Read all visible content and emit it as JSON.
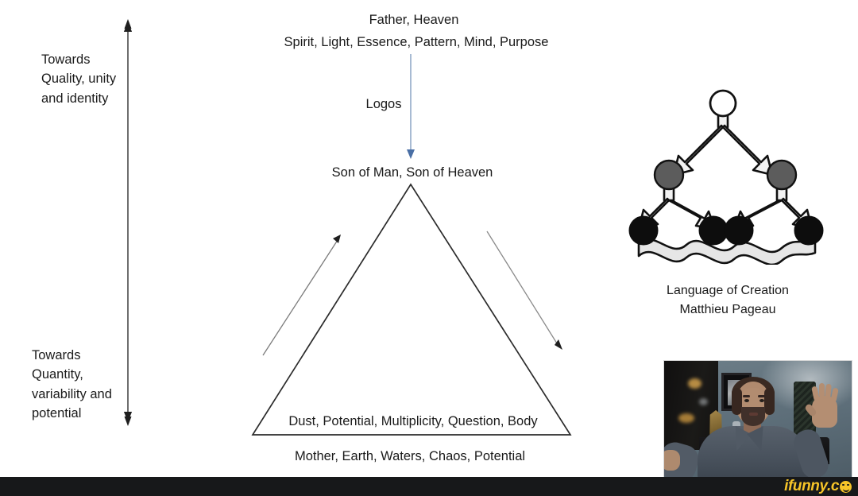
{
  "slide": {
    "top_title": "Father, Heaven",
    "top_attributes": "Spirit, Light, Essence, Pattern, Mind, Purpose",
    "logos_label": "Logos",
    "middle_title": "Son of Man, Son of Heaven",
    "base_attributes": "Dust, Potential, Multiplicity, Question, Body",
    "bottom_title": "Mother, Earth, Waters, Chaos, Potential"
  },
  "axis": {
    "top_label": "Towards Quality, unity and identity",
    "bottom_label": "Towards Quantity, variability and potential"
  },
  "book": {
    "title": "Language of Creation",
    "author": "Matthieu Pageau",
    "cover_nodes": {
      "top": "white-circle",
      "middle": [
        "gray-circle",
        "gray-circle"
      ],
      "bottom": [
        "black-circle",
        "black-circle",
        "black-circle",
        "black-circle"
      ],
      "base": "wavy-line"
    }
  },
  "watermark": {
    "text": "ifunny.c",
    "smiley": "smiley-face-icon"
  },
  "colors": {
    "text": "#1a1a1a",
    "logos_arrow": "#7d97bb",
    "triangle_stroke": "#2b2b2b",
    "side_arrow": "#555555",
    "bottom_bar": "#17181a",
    "watermark_yellow": "#f6c428"
  }
}
